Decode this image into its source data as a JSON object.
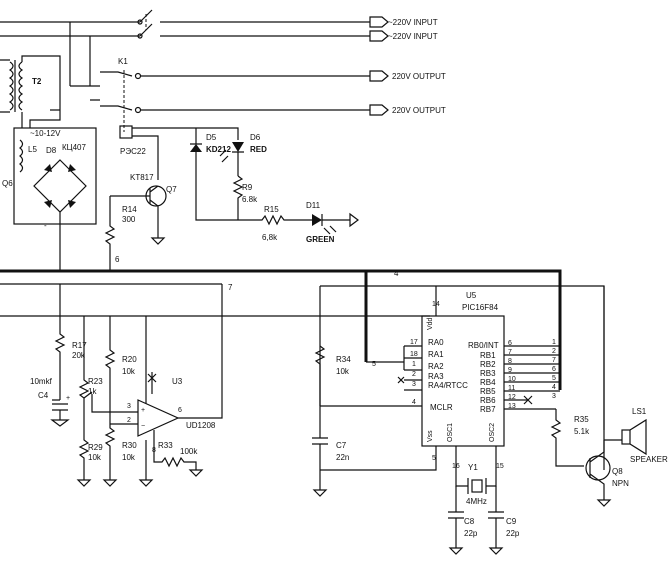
{
  "connectors": {
    "input1": "~220V INPUT",
    "input2": "~220V INPUT",
    "output1": "220V OUTPUT",
    "output2": "220V OUTPUT"
  },
  "components": {
    "k1": "K1",
    "t2": "T2",
    "transformer_out": "~10-12V",
    "l5": "L5",
    "d8": "D8",
    "d8_part": "КЦ407",
    "relay": "РЭС22",
    "d5": "D5",
    "d5_part": "KD212",
    "d6": "D6",
    "d6_color": "RED",
    "q6_top": "Q6",
    "q7": "Q7",
    "q7_part": "KT817",
    "r9": "R9",
    "r9_val": "6.8k",
    "r14": "R14",
    "r14_val": "300",
    "r15": "R15",
    "r15_val": "6,8k",
    "d11": "D11",
    "d11_color": "GREEN",
    "r17": "R17",
    "r17_val": "20k",
    "r20": "R20",
    "r20_val": "10k",
    "c4": "C4",
    "c4_val": "10mkf",
    "r23": "R23",
    "r23_val": "1k",
    "r29": "R29",
    "r29_val": "10k",
    "r30": "R30",
    "r30_val": "10k",
    "u3": "U3",
    "u3_part": "UD1208",
    "r33": "R33",
    "r33_val": "100k",
    "r34": "R34",
    "r34_val": "10k",
    "c7": "C7",
    "c7_val": "22n",
    "u5": "U5",
    "u5_part": "PIC16F84",
    "y1": "Y1",
    "y1_val": "4MHz",
    "c8": "C8",
    "c8_val": "22p",
    "c9": "C9",
    "c9_val": "22p",
    "r35": "R35",
    "r35_val": "5.1k",
    "ls1": "LS1",
    "speaker": "SPEAKER",
    "q8": "Q8",
    "q8_type": "NPN"
  },
  "nets": {
    "n6": "6",
    "n7": "7",
    "n4": "4"
  },
  "u3_pins": {
    "p3": "3",
    "p2": "2",
    "p6": "6",
    "p8": "8",
    "plus": "+",
    "minus": "−"
  },
  "pic": {
    "vdd": "Vdd",
    "vss": "Vss",
    "osc1": "OSC1",
    "osc2": "OSC2",
    "mclr": "MCLR",
    "left_pins": [
      {
        "name": "RA0",
        "num": "17"
      },
      {
        "name": "RA1",
        "num": "18"
      },
      {
        "name": "RA2",
        "num": "1"
      },
      {
        "name": "RA3",
        "num": "2"
      },
      {
        "name": "RA4/RTCC",
        "num": "3"
      }
    ],
    "right_pins": [
      {
        "name": "RB0/INT",
        "num": "6"
      },
      {
        "name": "RB1",
        "num": "7"
      },
      {
        "name": "RB2",
        "num": "8"
      },
      {
        "name": "RB3",
        "num": "9"
      },
      {
        "name": "RB4",
        "num": "10"
      },
      {
        "name": "RB5",
        "num": "11"
      },
      {
        "name": "RB6",
        "num": "12"
      },
      {
        "name": "RB7",
        "num": "13"
      }
    ],
    "vdd_pin": "14",
    "vss_pin": "5",
    "mclr_pin": "4",
    "osc1_pin": "16",
    "osc2_pin": "15",
    "ra0_net": "5"
  },
  "bus_pins": [
    "1",
    "2",
    "7",
    "6",
    "5",
    "4",
    "3"
  ]
}
